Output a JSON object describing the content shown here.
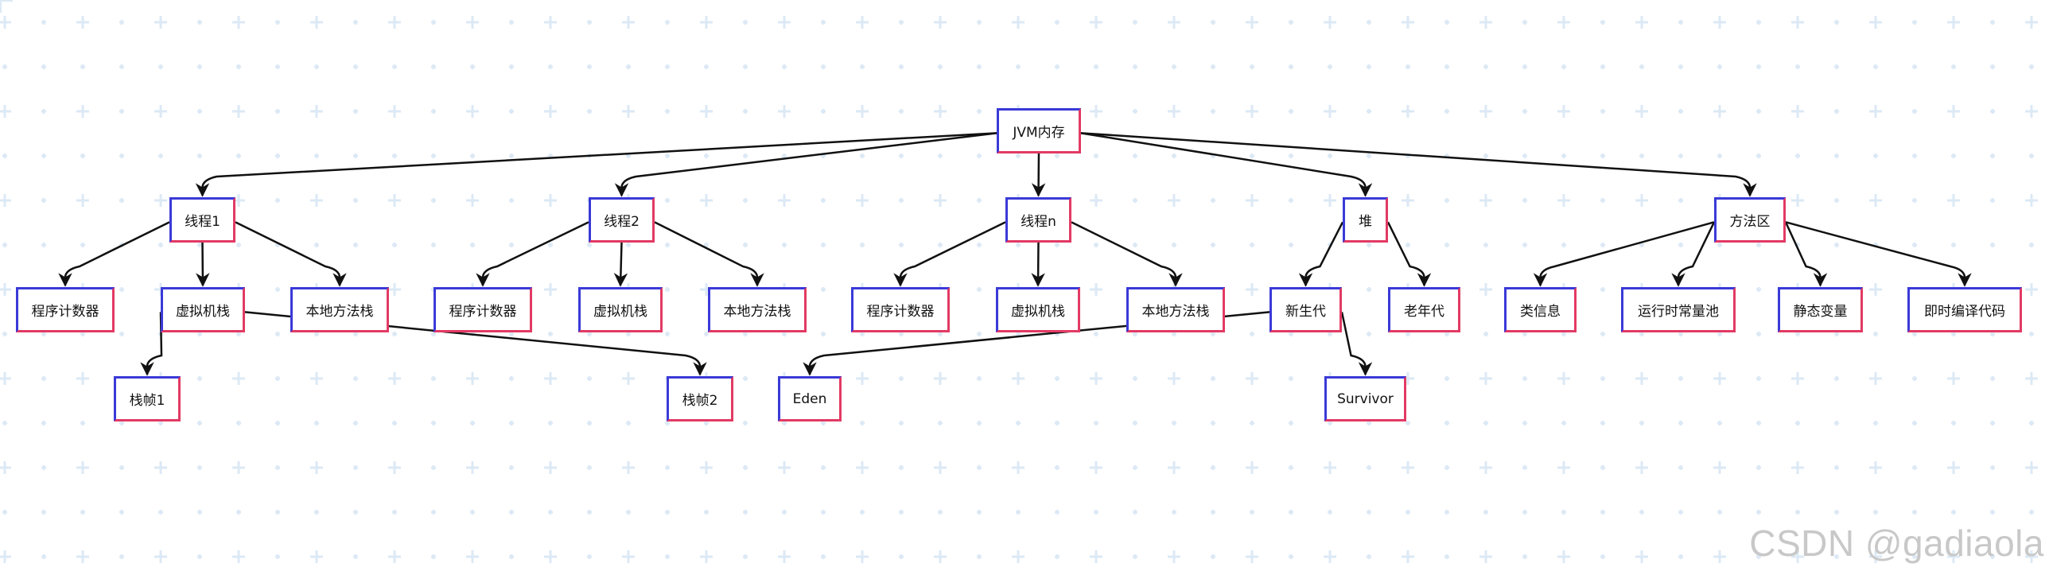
{
  "diagram": {
    "nodes": {
      "jvm": "JVM内存",
      "thread1": "线程1",
      "thread2": "线程2",
      "threadn": "线程n",
      "heap": "堆",
      "method_area": "方法区",
      "t1_pc": "程序计数器",
      "t1_vm_stack": "虚拟机栈",
      "t1_native_stack": "本地方法栈",
      "t2_pc": "程序计数器",
      "t2_vm_stack": "虚拟机栈",
      "t2_native_stack": "本地方法栈",
      "tn_pc": "程序计数器",
      "tn_vm_stack": "虚拟机栈",
      "tn_native_stack": "本地方法栈",
      "young_gen": "新生代",
      "old_gen": "老年代",
      "class_info": "类信息",
      "runtime_const_pool": "运行时常量池",
      "static_vars": "静态变量",
      "jit_code": "即时编译代码",
      "frame1": "栈帧1",
      "frame2": "栈帧2",
      "eden": "Eden",
      "survivor": "Survivor"
    },
    "edges": [
      [
        "jvm",
        "thread1"
      ],
      [
        "jvm",
        "thread2"
      ],
      [
        "jvm",
        "threadn"
      ],
      [
        "jvm",
        "heap"
      ],
      [
        "jvm",
        "method_area"
      ],
      [
        "thread1",
        "t1_pc"
      ],
      [
        "thread1",
        "t1_vm_stack"
      ],
      [
        "thread1",
        "t1_native_stack"
      ],
      [
        "thread2",
        "t2_pc"
      ],
      [
        "thread2",
        "t2_vm_stack"
      ],
      [
        "thread2",
        "t2_native_stack"
      ],
      [
        "threadn",
        "tn_pc"
      ],
      [
        "threadn",
        "tn_vm_stack"
      ],
      [
        "threadn",
        "tn_native_stack"
      ],
      [
        "heap",
        "young_gen"
      ],
      [
        "heap",
        "old_gen"
      ],
      [
        "method_area",
        "class_info"
      ],
      [
        "method_area",
        "runtime_const_pool"
      ],
      [
        "method_area",
        "static_vars"
      ],
      [
        "method_area",
        "jit_code"
      ],
      [
        "t1_vm_stack",
        "frame1"
      ],
      [
        "t1_vm_stack",
        "frame2"
      ],
      [
        "young_gen",
        "eden"
      ],
      [
        "young_gen",
        "survivor"
      ]
    ]
  },
  "watermark": "CSDN @gadiaola",
  "colors": {
    "edge": "#111111",
    "node_border_primary": "#3a3ad8",
    "node_border_secondary": "#e23a64",
    "grid_mark": "#dce9f5"
  }
}
